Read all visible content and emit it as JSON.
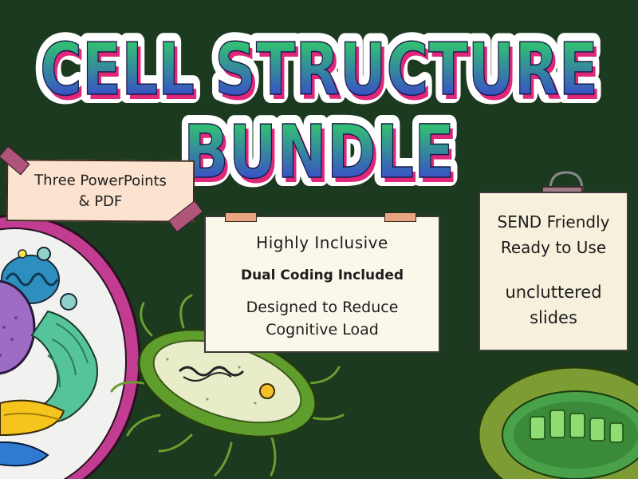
{
  "title": {
    "line1": "CELL STRUCTURE",
    "line2": "BUNDLE"
  },
  "note_left": {
    "line1": "Three PowerPoints",
    "line2": "& PDF"
  },
  "note_middle": {
    "line1": "Highly Inclusive",
    "line2": "Dual Coding Included",
    "line3a": "Designed to Reduce",
    "line3b": "Cognitive Load"
  },
  "note_right": {
    "line1": "SEND Friendly",
    "line2": "Ready to Use",
    "line3": "uncluttered",
    "line4": "slides"
  },
  "colors": {
    "background": "#1b3a1f",
    "title_gradient_top": "#2fe05a",
    "title_gradient_bottom": "#3b2fe0",
    "title_shadow": "#e0287a",
    "tape": "#b0557a"
  },
  "icons": [
    "animal-cell-illustration",
    "bacterium-illustration",
    "chloroplast-illustration",
    "binder-clip-icon"
  ]
}
